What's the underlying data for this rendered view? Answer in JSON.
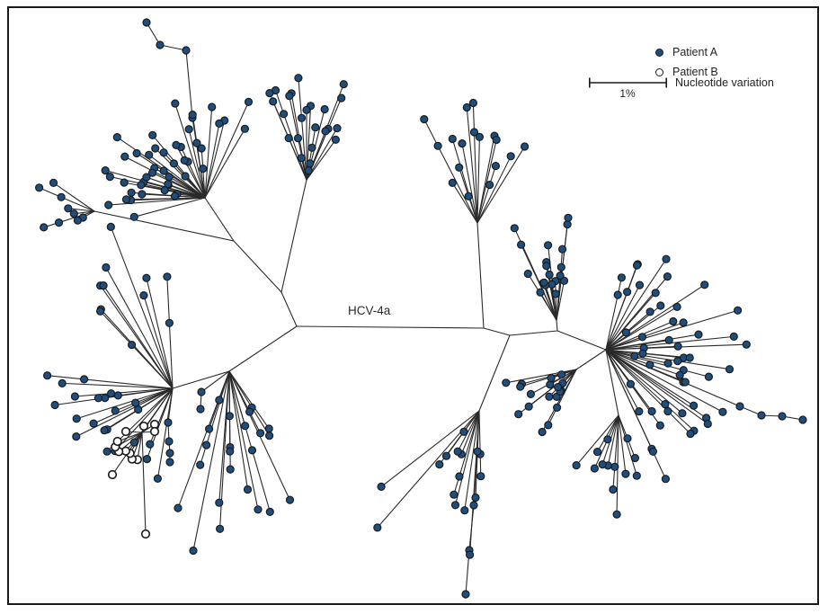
{
  "colors": {
    "tip_fill": "#1d4e7e",
    "tip_stroke": "#1b1b1b",
    "open_fill": "#ffffff",
    "line": "#2a2a2a",
    "frame": "#1a1a1a",
    "background": "#ffffff",
    "text": "#231f20"
  },
  "chart_data": {
    "type": "phylogenetic-tree",
    "layout": "unrooted-radial",
    "center_label": "HCV-4a",
    "legend": [
      {
        "label": "Patient A",
        "marker": "filled"
      },
      {
        "label": "Patient B",
        "marker": "open"
      }
    ],
    "scale_bar": {
      "value": "1%",
      "label": "Nucleotide variation"
    },
    "tree": {
      "seed": 11,
      "edges": [
        [
          [
            330,
            363
          ],
          [
            313,
            325
          ]
        ],
        [
          [
            313,
            325
          ],
          [
            260,
            268
          ]
        ],
        [
          [
            260,
            268
          ],
          [
            228,
            220
          ]
        ],
        [
          [
            260,
            268
          ],
          [
            105,
            235
          ]
        ],
        [
          [
            313,
            325
          ],
          [
            341,
            200
          ]
        ],
        [
          [
            330,
            363
          ],
          [
            255,
            413
          ]
        ],
        [
          [
            255,
            413
          ],
          [
            192,
            432
          ]
        ],
        [
          [
            192,
            432
          ],
          [
            158,
            481
          ]
        ],
        [
          [
            330,
            363
          ],
          [
            538,
            365
          ]
        ],
        [
          [
            538,
            365
          ],
          [
            531,
            248
          ]
        ],
        [
          [
            538,
            365
          ],
          [
            567,
            373
          ]
        ],
        [
          [
            567,
            373
          ],
          [
            533,
            457
          ]
        ],
        [
          [
            567,
            373
          ],
          [
            620,
            368
          ]
        ],
        [
          [
            620,
            368
          ],
          [
            619,
            356
          ]
        ],
        [
          [
            620,
            368
          ],
          [
            674,
            389
          ]
        ],
        [
          [
            674,
            389
          ],
          [
            688,
            462
          ]
        ],
        [
          [
            674,
            389
          ],
          [
            641,
            411
          ]
        ]
      ],
      "clusters": [
        {
          "name": "top-left-up",
          "hub": [
            228,
            220
          ],
          "angles": [
            -60,
            -135
          ],
          "radius": [
            35,
            130
          ],
          "n": 13
        },
        {
          "name": "top-left-burst",
          "hub": [
            228,
            220
          ],
          "angles": [
            -135,
            -178
          ],
          "radius": [
            30,
            120
          ],
          "n": 16
        },
        {
          "name": "top-left-west",
          "hub": [
            228,
            220
          ],
          "angles": [
            168,
            196
          ],
          "radius": [
            40,
            110
          ],
          "n": 7
        },
        {
          "name": "far-left",
          "hub": [
            105,
            235
          ],
          "angles": [
            150,
            212
          ],
          "radius": [
            15,
            82
          ],
          "n": 6
        },
        {
          "name": "top-middle",
          "hub": [
            341,
            200
          ],
          "angles": [
            -55,
            -115
          ],
          "radius": [
            55,
            115
          ],
          "n": 15
        },
        {
          "name": "top-middle-short",
          "hub": [
            341,
            200
          ],
          "angles": [
            -80,
            -100
          ],
          "radius": [
            16,
            26
          ],
          "n": 2
        },
        {
          "name": "top-center-right",
          "hub": [
            531,
            248
          ],
          "angles": [
            -60,
            -120
          ],
          "radius": [
            45,
            135
          ],
          "n": 13
        },
        {
          "name": "mid-right-upper",
          "hub": [
            619,
            356
          ],
          "angles": [
            -78,
            -122
          ],
          "radius": [
            30,
            115
          ],
          "n": 18
        },
        {
          "name": "rosette-ne",
          "hub": [
            674,
            389
          ],
          "angles": [
            -28,
            -76
          ],
          "radius": [
            55,
            135
          ],
          "n": 11
        },
        {
          "name": "rosette-east",
          "hub": [
            674,
            389
          ],
          "angles": [
            -22,
            22
          ],
          "radius": [
            70,
            160
          ],
          "n": 15
        },
        {
          "name": "rosette-se",
          "hub": [
            674,
            389
          ],
          "angles": [
            26,
            66
          ],
          "radius": [
            60,
            170
          ],
          "n": 12
        },
        {
          "name": "rosette-south",
          "hub": [
            688,
            462
          ],
          "angles": [
            70,
            130
          ],
          "radius": [
            40,
            130
          ],
          "n": 10
        },
        {
          "name": "rosette-sw-dense",
          "hub": [
            641,
            411
          ],
          "angles": [
            115,
            170
          ],
          "radius": [
            25,
            85
          ],
          "n": 14
        },
        {
          "name": "bottom-middle",
          "hub": [
            533,
            457
          ],
          "angles": [
            85,
            140
          ],
          "radius": [
            50,
            180
          ],
          "n": 12
        },
        {
          "name": "left-fan-upleft",
          "hub": [
            192,
            432
          ],
          "angles": [
            -95,
            -137
          ],
          "radius": [
            90,
            205
          ],
          "n": 9
        },
        {
          "name": "left-fan-west",
          "hub": [
            192,
            432
          ],
          "angles": [
            148,
            186
          ],
          "radius": [
            55,
            145
          ],
          "n": 10
        },
        {
          "name": "left-fan-sw",
          "hub": [
            192,
            432
          ],
          "angles": [
            100,
            148
          ],
          "radius": [
            40,
            120
          ],
          "n": 7
        },
        {
          "name": "bottom-left-mid",
          "hub": [
            255,
            413
          ],
          "angles": [
            55,
            112
          ],
          "radius": [
            45,
            210
          ],
          "n": 16
        },
        {
          "name": "patient-b-arc",
          "hub": [
            158,
            481
          ],
          "angles": [
            100,
            160
          ],
          "radius": [
            26,
            34
          ],
          "n": 7,
          "marker": "open",
          "jitter": 4,
          "mid_dot_p": 0
        }
      ],
      "chains": [
        {
          "marker": "filled",
          "points": [
            [
              228,
              220
            ],
            [
              214,
              131
            ],
            [
              207,
              56
            ],
            [
              178,
              50
            ],
            [
              163,
              25
            ]
          ]
        },
        {
          "marker": "filled",
          "points": [
            [
              533,
              457
            ],
            [
              527,
              562
            ],
            [
              522,
              612
            ],
            [
              518,
              661
            ]
          ]
        },
        {
          "marker": "filled",
          "points": [
            [
              255,
              413
            ],
            [
              224,
              436
            ],
            [
              223,
              455
            ]
          ]
        },
        {
          "marker": "filled",
          "points": [
            [
              192,
              432
            ],
            [
              187,
              470
            ],
            [
              188,
              491
            ],
            [
              189,
              504
            ],
            [
              189,
              514
            ]
          ]
        },
        {
          "marker": "filled",
          "points": [
            [
              674,
              389
            ],
            [
              760,
              425
            ],
            [
              823,
              452
            ],
            [
              847,
              462
            ],
            [
              870,
              463
            ],
            [
              893,
              467
            ]
          ]
        },
        {
          "marker": "open",
          "points": [
            [
              158,
              481
            ],
            [
              140,
              480
            ]
          ]
        },
        {
          "marker": "open",
          "points": [
            [
              158,
              481
            ],
            [
              160,
              474
            ]
          ]
        },
        {
          "marker": "open",
          "points": [
            [
              158,
              481
            ],
            [
              172,
              472
            ]
          ]
        },
        {
          "marker": "open",
          "points": [
            [
              158,
              481
            ],
            [
              172,
              480
            ]
          ]
        },
        {
          "marker": "open",
          "points": [
            [
              158,
              481
            ],
            [
              125,
              528
            ]
          ]
        },
        {
          "marker": "open",
          "points": [
            [
              158,
              481
            ],
            [
              162,
              594
            ]
          ]
        }
      ]
    }
  }
}
